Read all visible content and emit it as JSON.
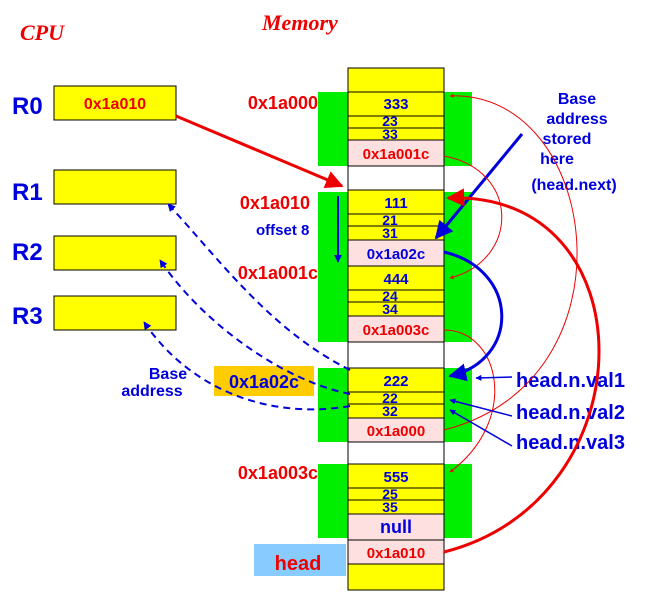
{
  "header": {
    "cpu": "CPU",
    "memory": "Memory"
  },
  "registers": [
    {
      "name": "R0",
      "value": "0x1a010"
    },
    {
      "name": "R1",
      "value": ""
    },
    {
      "name": "R2",
      "value": ""
    },
    {
      "name": "R3",
      "value": ""
    }
  ],
  "memory": {
    "blocks": [
      {
        "address": "0x1a000",
        "cells": [
          "333",
          "23",
          "33"
        ],
        "pointer": "0x1a001c"
      },
      {
        "address": "0x1a010",
        "cells": [
          "111",
          "21",
          "31"
        ],
        "pointer": "0x1a02c"
      },
      {
        "address": "0x1a001c",
        "cells": [
          "444",
          "24",
          "34"
        ],
        "pointer": "0x1a003c"
      },
      {
        "address": "",
        "cells": [
          "222",
          "22",
          "32"
        ],
        "pointer": "0x1a000"
      },
      {
        "address": "0x1a003c",
        "cells": [
          "555",
          "25",
          "35"
        ],
        "pointer": "null"
      }
    ],
    "head_value": "0x1a010"
  },
  "annotations": {
    "offset": "offset 8",
    "base_stored": [
      "Base",
      "address",
      "stored",
      "here",
      "(head.next)"
    ],
    "base_address": [
      "Base",
      "address"
    ],
    "base_value": "0x1a02c",
    "head_label": "head",
    "fields": [
      "head.n.val1",
      "head.n.val2",
      "head.n.val3"
    ]
  },
  "colors": {
    "red": "#ee0000",
    "blue": "#0000dd",
    "yellow": "#ffff00",
    "green": "#00ee00",
    "pink": "#ffe0e0",
    "orange": "#ffcc00",
    "lightblue": "#88ccff"
  }
}
